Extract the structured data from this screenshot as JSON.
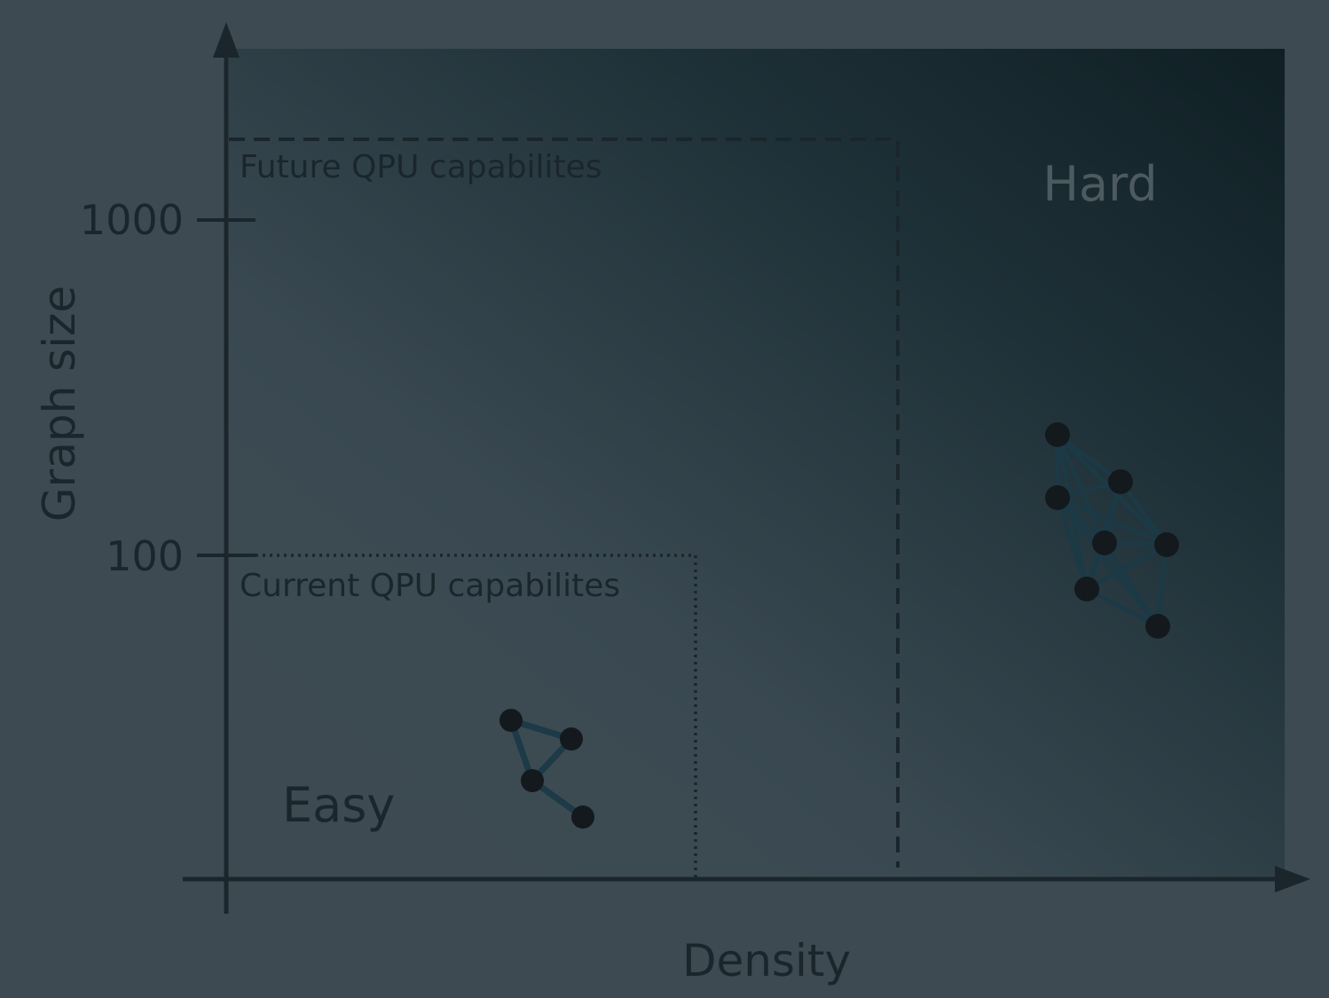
{
  "diagram": {
    "axes": {
      "x_label": "Density",
      "y_label": "Graph size",
      "y_ticks": [
        "1000",
        "100"
      ]
    },
    "regions": {
      "future": "Future QPU capabilites",
      "current": "Current QPU capabilites"
    },
    "zones": {
      "easy": "Easy",
      "hard": "Hard"
    },
    "colors": {
      "page_background": "#3d4a52",
      "gradient_light": "#3e4d55",
      "gradient_dark": "#0f1f24",
      "ink": "#1a262c",
      "node": "#13191d",
      "edge": "#1c3a47",
      "hard_label": "#4d5a60"
    }
  }
}
